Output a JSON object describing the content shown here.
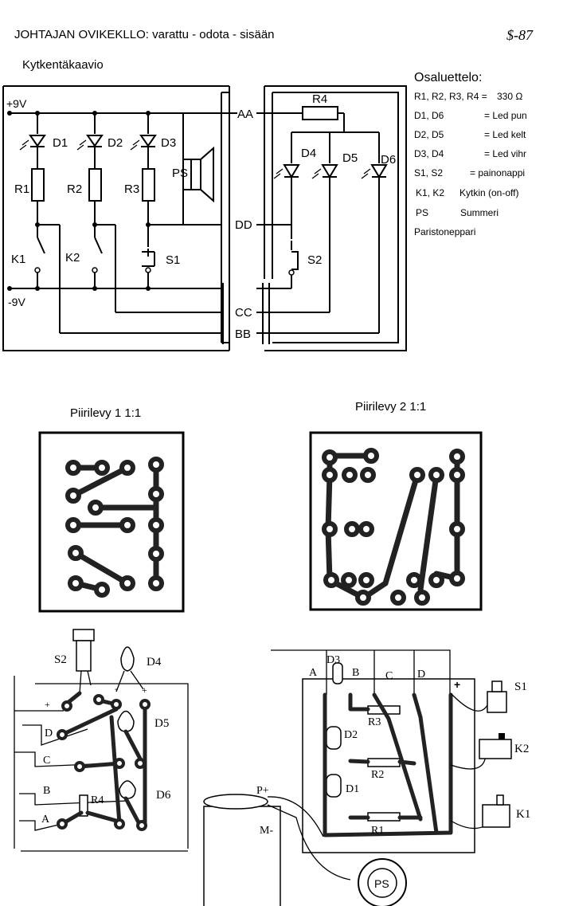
{
  "title": "JOHTAJAN OVIKEKLLO: varattu - odota - sisään",
  "signature": "$-87",
  "schematic": {
    "heading": "Kytkentäkaavio",
    "rail_pos": "+9V",
    "rail_neg": "-9V",
    "bus": [
      "AA",
      "DD",
      "CC",
      "BB"
    ],
    "diodes": [
      "D1",
      "D2",
      "D3",
      "D4",
      "D5",
      "D6"
    ],
    "resistors": [
      "R1",
      "R2",
      "R3",
      "R4"
    ],
    "buzzer": "PS",
    "switches": [
      "K1",
      "K2",
      "S1",
      "S2"
    ]
  },
  "parts_list": {
    "heading": "Osaluettelo:",
    "items": [
      {
        "ref": "R1, R2, R3, R4 =",
        "desc": "330 Ω"
      },
      {
        "ref": "D1, D6",
        "desc": "= Led pun"
      },
      {
        "ref": "D2, D5",
        "desc": "= Led kelt"
      },
      {
        "ref": "D3, D4",
        "desc": "= Led vihr"
      },
      {
        "ref": "S1, S2",
        "desc": "= painonappi"
      },
      {
        "ref": "K1, K2",
        "desc": "Kytkin (on-off)"
      },
      {
        "ref": "PS",
        "desc": "Summeri"
      },
      {
        "ref": "Paristoneppari",
        "desc": ""
      }
    ]
  },
  "pcb1": {
    "title": "Piirilevy 1 1:1"
  },
  "pcb2": {
    "title": "Piirilevy 2 1:1"
  },
  "assembly_left": {
    "labels": [
      "S2",
      "D4",
      "D5",
      "D6",
      "R4",
      "A",
      "B",
      "C",
      "D",
      "+",
      "-",
      "+"
    ]
  },
  "assembly_right": {
    "labels": [
      "A",
      "D3",
      "B",
      "C",
      "D",
      "D2",
      "R3",
      "R2",
      "D1",
      "R1",
      "S1",
      "K2",
      "K1",
      "P+",
      "M-",
      "PS",
      "+"
    ]
  }
}
